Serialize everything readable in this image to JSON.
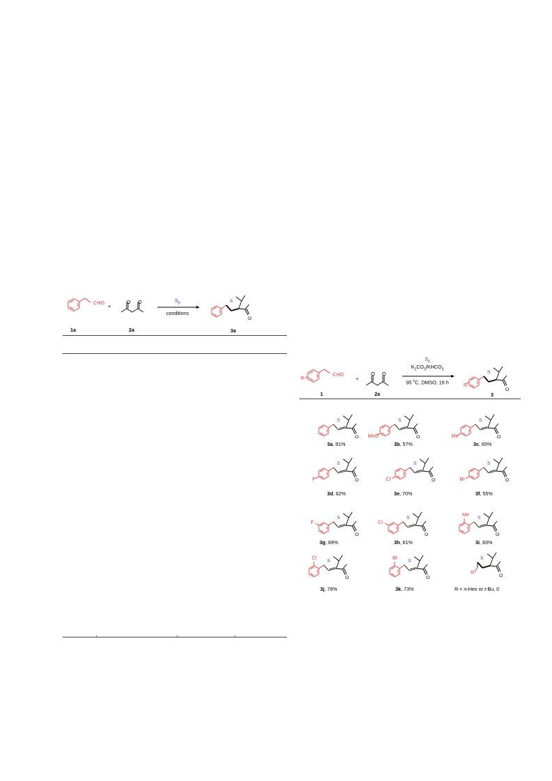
{
  "left_scheme": {
    "aldehyde_group": "CHO",
    "plus": "+",
    "reagent": "S",
    "reagent_sub": "8",
    "conditions": "conditions",
    "labels": [
      "1a",
      "2a",
      "3a"
    ]
  },
  "right_scheme": {
    "R": "R",
    "aldehyde_group": "CHO",
    "plus": "+",
    "reagent": "S",
    "reagent_sub": "8",
    "base_a": "K",
    "base_a_sub": "2",
    "base_b": "CO",
    "base_b_sub": "3",
    "base_c": "/KHCO",
    "base_c_sub": "3",
    "temp_value": "95 ",
    "temp_sup": "o",
    "temp_rest": "C, DMSO, 16 h",
    "labels": [
      "1",
      "2a",
      "3"
    ]
  },
  "products": [
    {
      "id": "3a",
      "yield": ", 81%",
      "substituent": ""
    },
    {
      "id": "3b",
      "yield": ", 57%",
      "substituent": "MeO"
    },
    {
      "id": "3c",
      "yield": ", 65%",
      "substituent": "Me"
    },
    {
      "id": "3d",
      "yield": ", 62%",
      "substituent": "F"
    },
    {
      "id": "3e",
      "yield": ", 70%",
      "substituent": "Cl"
    },
    {
      "id": "3f",
      "yield": ", 55%",
      "substituent": "Br"
    },
    {
      "id": "3g",
      "yield": ", 69%",
      "substituent": "F"
    },
    {
      "id": "3h",
      "yield": ", 61%",
      "substituent": "Cl"
    },
    {
      "id": "3i",
      "yield": ", 83%",
      "substituent": "Me"
    },
    {
      "id": "3j",
      "yield": ", 78%",
      "substituent": "Cl"
    },
    {
      "id": "3k",
      "yield": ", 73%",
      "substituent": "Br"
    }
  ],
  "alkyl_case": {
    "R": "R",
    "label_a": "R = ",
    "label_b": "n",
    "label_c": "-Hex or ",
    "label_d": "t",
    "label_e": "-Bu, 0"
  },
  "atoms": {
    "S": "S",
    "O": "O"
  },
  "colors": {
    "highlight": "#e4393c",
    "sulfur": "#3b3bd8",
    "rule": "#444444"
  }
}
